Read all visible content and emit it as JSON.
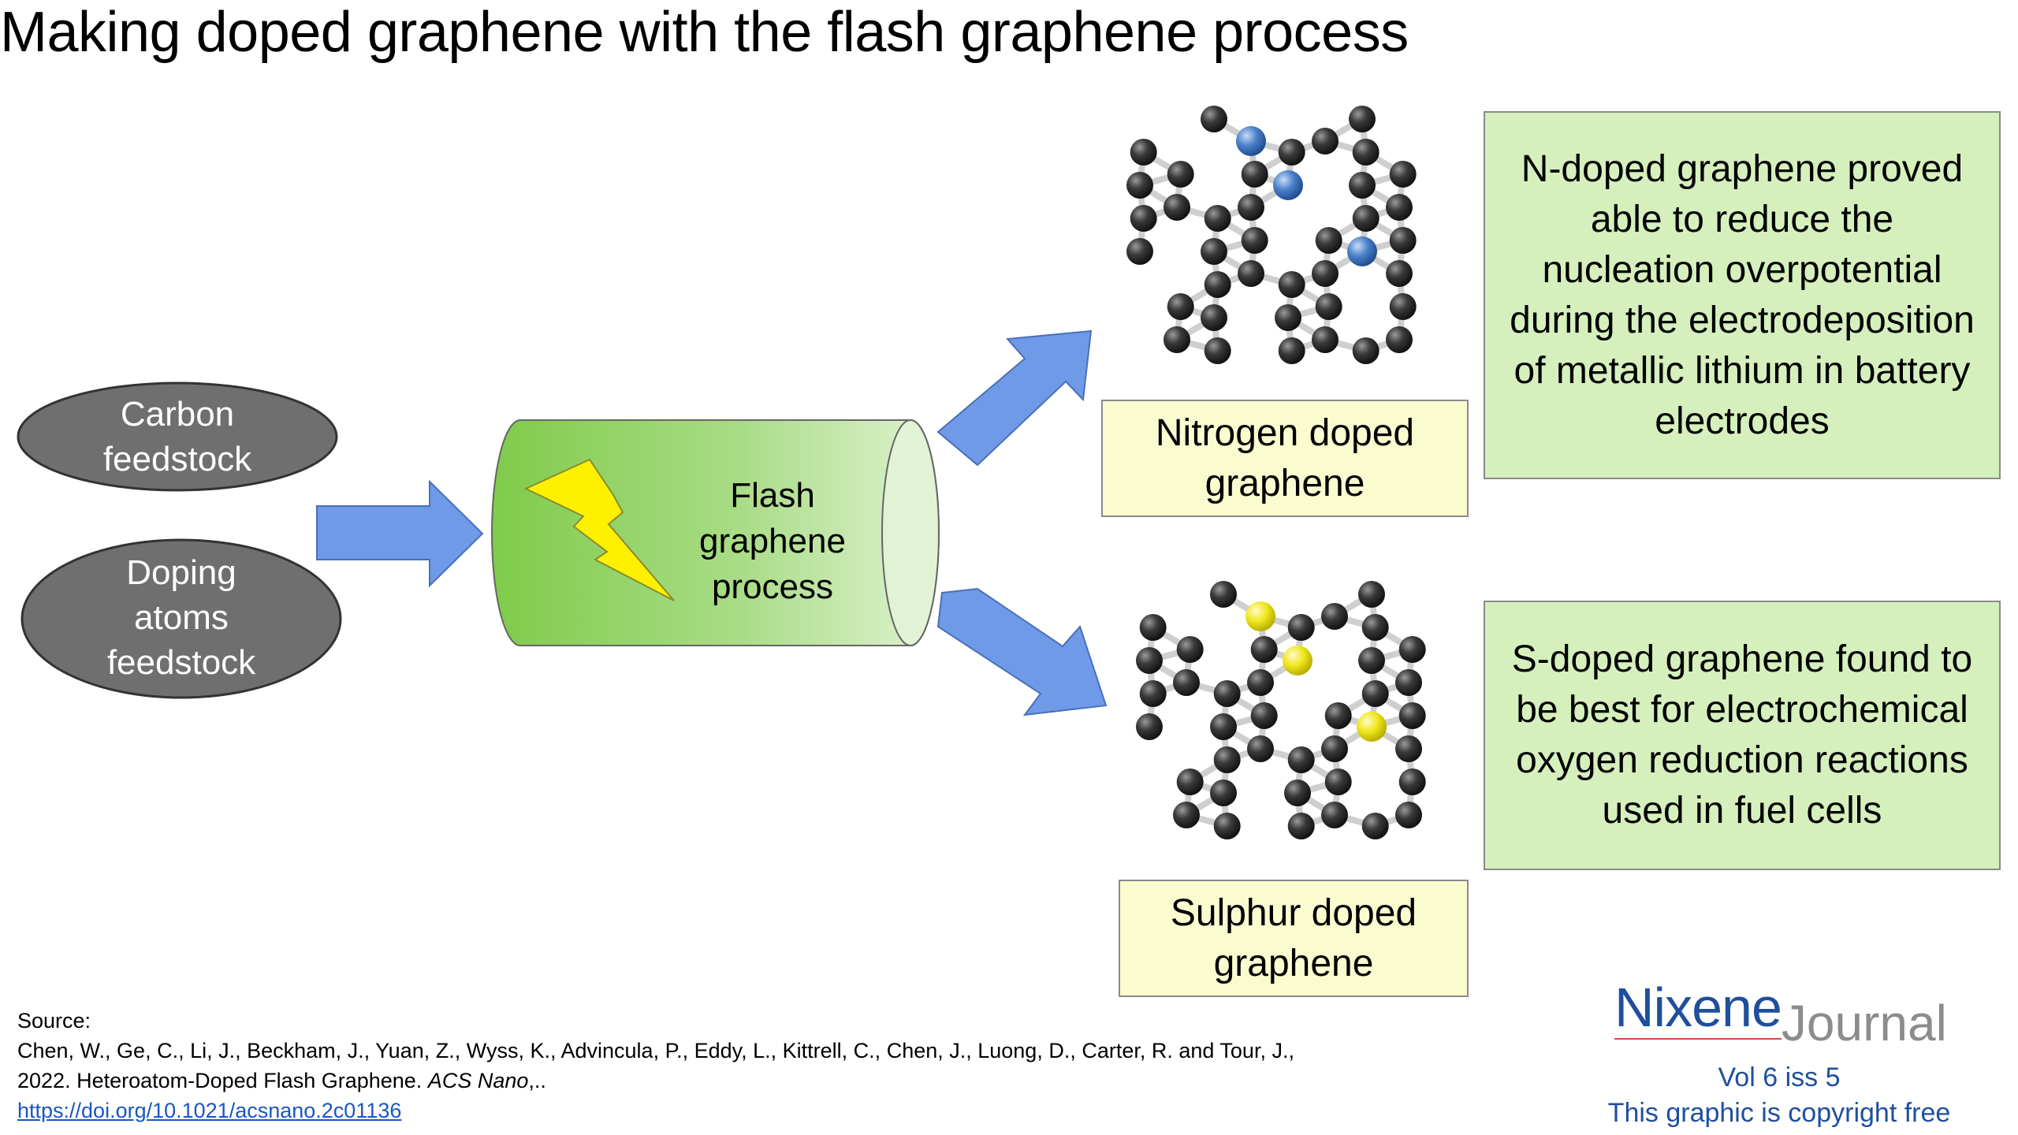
{
  "title": "Making doped graphene with the flash graphene process",
  "inputs": {
    "carbon": "Carbon feedstock",
    "carbon_lines": [
      "Carbon",
      "feedstock"
    ],
    "doping_lines": [
      "Doping",
      "atoms",
      "feedstock"
    ]
  },
  "process": {
    "label_lines": [
      "Flash",
      "graphene",
      "process"
    ]
  },
  "outputs": {
    "nitrogen": {
      "label_lines": [
        "Nitrogen doped",
        "graphene"
      ],
      "description_lines": [
        "N-doped graphene proved",
        "able to reduce the",
        "nucleation overpotential",
        "during the electrodeposition",
        "of metallic lithium in battery",
        "electrodes"
      ],
      "dopant_color": "#4a7fc8"
    },
    "sulphur": {
      "label_lines": [
        "Sulphur doped",
        "graphene"
      ],
      "description_lines": [
        "S-doped graphene found to",
        "be best for electrochemical",
        "oxygen reduction reactions",
        "used in fuel cells"
      ],
      "dopant_color": "#f0e81e"
    }
  },
  "colors": {
    "arrow": "#6f9ae8",
    "cylinder_green": "#86cf50",
    "ellipse_grey": "#6f6f6f",
    "label_box_yellow": "#fbfbd0",
    "text_box_green": "#d5f0bd",
    "bolt": "#fff000"
  },
  "source": {
    "heading": "Source:",
    "line1": "Chen, W., Ge, C., Li, J., Beckham, J., Yuan, Z., Wyss, K., Advincula, P., Eddy, L., Kittrell, C., Chen, J., Luong, D., Carter, R. and Tour, J.,",
    "line2_prefix": "2022. Heteroatom-Doped Flash Graphene. ",
    "line2_journal": "ACS Nano",
    "line2_suffix": ",..",
    "link": "https://doi.org/10.1021/acsnano.2c01136"
  },
  "branding": {
    "nixene": "Nixene",
    "journal": "Journal",
    "volume": "Vol 6 iss 5",
    "copyright": "This graphic is copyright free"
  }
}
